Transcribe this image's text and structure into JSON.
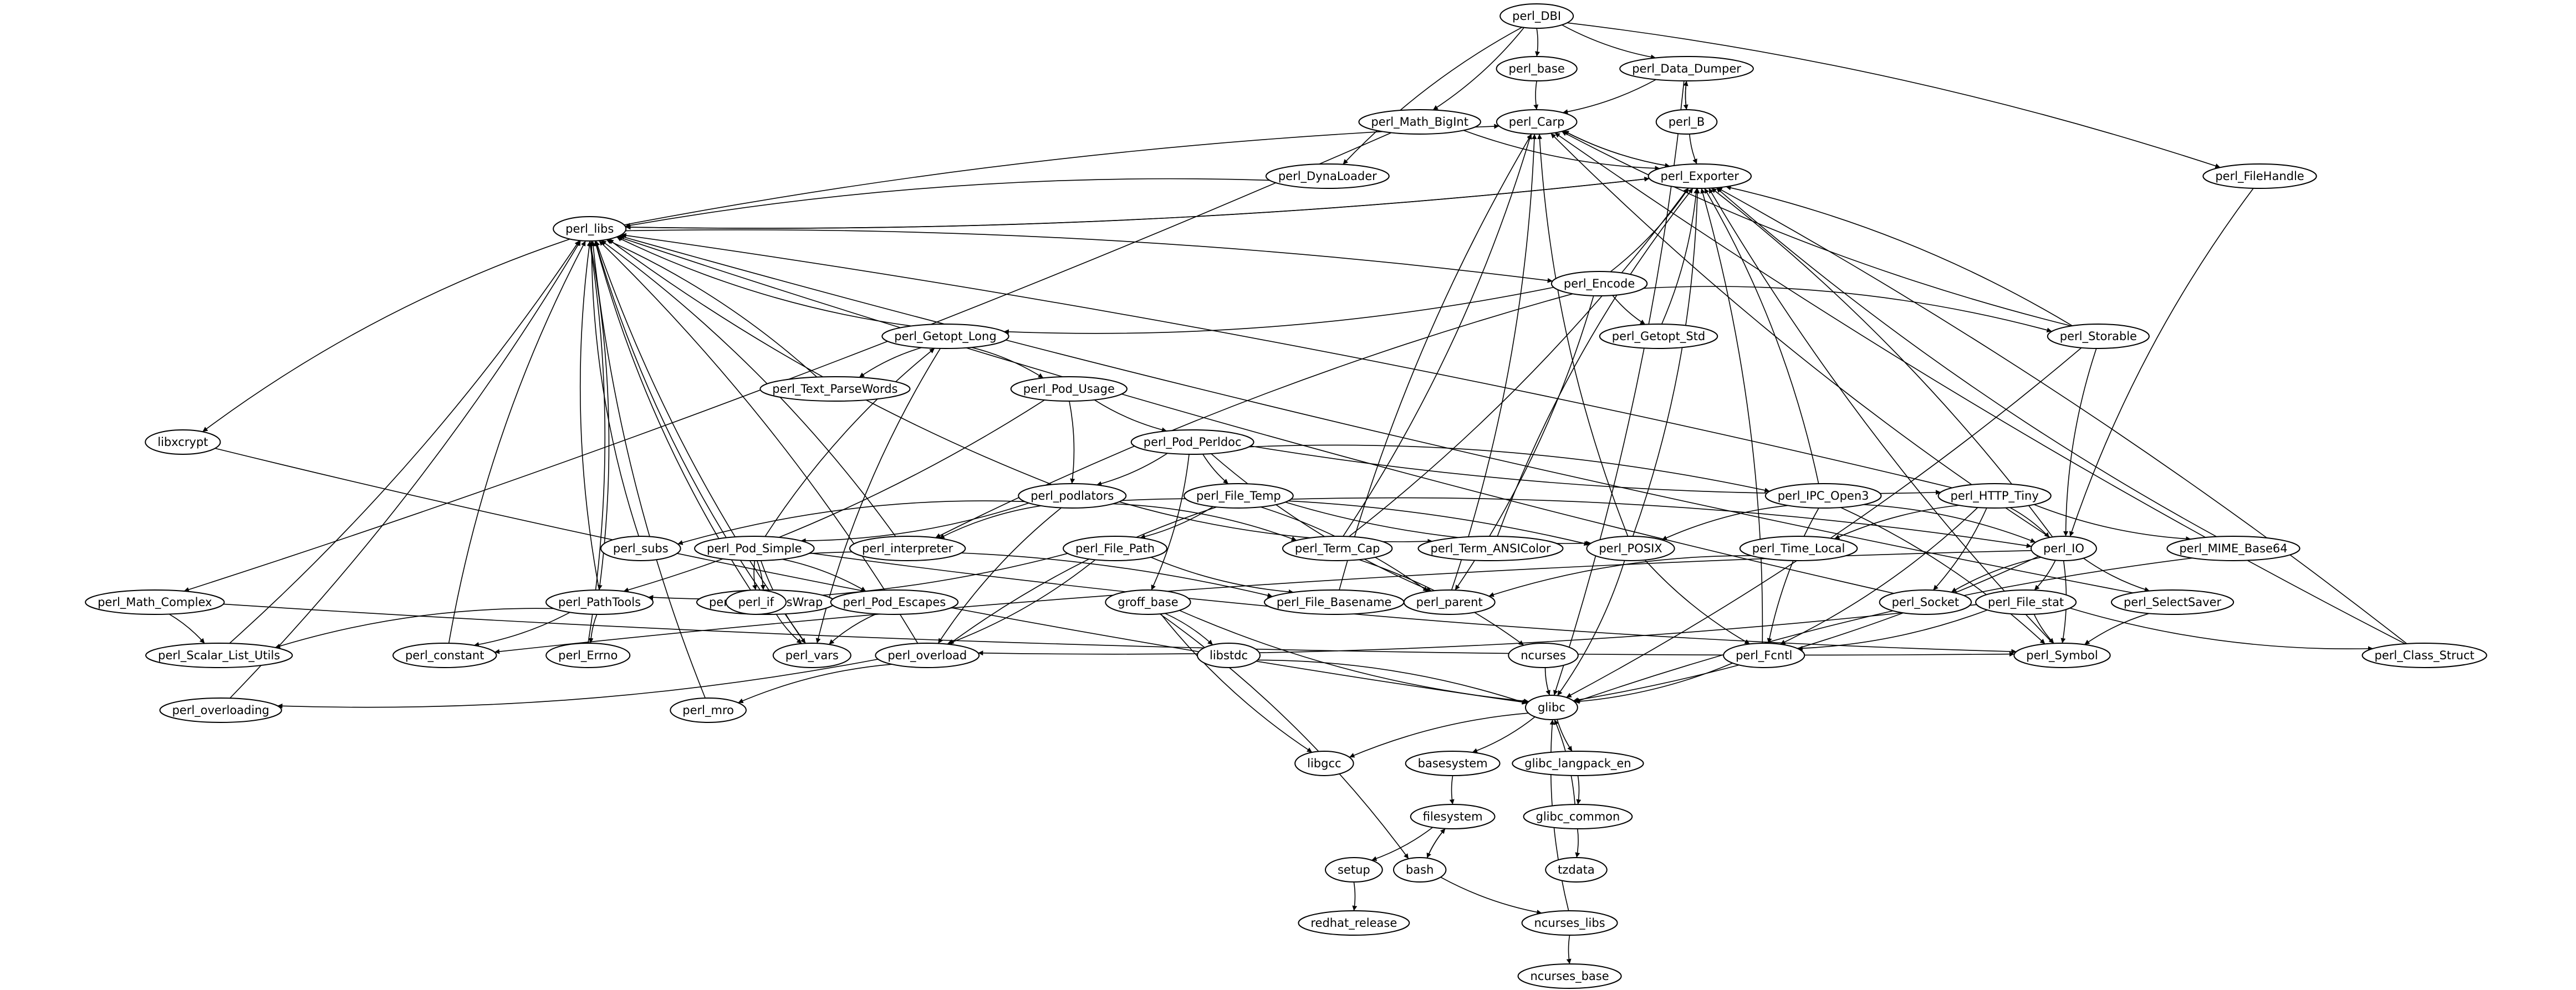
{
  "graph": {
    "type": "directed-dependency-graph",
    "nodes": [
      {
        "id": "perl_DBI",
        "label": "perl_DBI"
      },
      {
        "id": "perl_base",
        "label": "perl_base"
      },
      {
        "id": "perl_Data_Dumper",
        "label": "perl_Data_Dumper"
      },
      {
        "id": "perl_Math_BigInt",
        "label": "perl_Math_BigInt"
      },
      {
        "id": "perl_Carp",
        "label": "perl_Carp"
      },
      {
        "id": "perl_B",
        "label": "perl_B"
      },
      {
        "id": "perl_DynaLoader",
        "label": "perl_DynaLoader"
      },
      {
        "id": "perl_Exporter",
        "label": "perl_Exporter"
      },
      {
        "id": "perl_FileHandle",
        "label": "perl_FileHandle"
      },
      {
        "id": "perl_libs",
        "label": "perl_libs"
      },
      {
        "id": "perl_Encode",
        "label": "perl_Encode"
      },
      {
        "id": "perl_Getopt_Long",
        "label": "perl_Getopt_Long"
      },
      {
        "id": "perl_Getopt_Std",
        "label": "perl_Getopt_Std"
      },
      {
        "id": "perl_Storable",
        "label": "perl_Storable"
      },
      {
        "id": "perl_Text_ParseWords",
        "label": "perl_Text_ParseWords"
      },
      {
        "id": "perl_Pod_Usage",
        "label": "perl_Pod_Usage"
      },
      {
        "id": "libxcrypt",
        "label": "libxcrypt"
      },
      {
        "id": "perl_Pod_Perldoc",
        "label": "perl_Pod_Perldoc"
      },
      {
        "id": "perl_podlators",
        "label": "perl_podlators"
      },
      {
        "id": "perl_File_Temp",
        "label": "perl_File_Temp"
      },
      {
        "id": "perl_IPC_Open3",
        "label": "perl_IPC_Open3"
      },
      {
        "id": "perl_HTTP_Tiny",
        "label": "perl_HTTP_Tiny"
      },
      {
        "id": "perl_subs",
        "label": "perl_subs"
      },
      {
        "id": "perl_Pod_Simple",
        "label": "perl_Pod_Simple"
      },
      {
        "id": "perl_interpreter",
        "label": "perl_interpreter"
      },
      {
        "id": "perl_File_Path",
        "label": "perl_File_Path"
      },
      {
        "id": "perl_Term_Cap",
        "label": "perl_Term_Cap"
      },
      {
        "id": "perl_Term_ANSIColor",
        "label": "perl_Term_ANSIColor"
      },
      {
        "id": "perl_POSIX",
        "label": "perl_POSIX"
      },
      {
        "id": "perl_Time_Local",
        "label": "perl_Time_Local"
      },
      {
        "id": "perl_IO",
        "label": "perl_IO"
      },
      {
        "id": "perl_MIME_Base64",
        "label": "perl_MIME_Base64"
      },
      {
        "id": "perl_Math_Complex",
        "label": "perl_Math_Complex"
      },
      {
        "id": "perl_PathTools",
        "label": "perl_PathTools"
      },
      {
        "id": "perl_Text_TabsWrap",
        "label": "perl_Text_TabsWrap"
      },
      {
        "id": "perl_if",
        "label": "perl_if"
      },
      {
        "id": "perl_Pod_Escapes",
        "label": "perl_Pod_Escapes"
      },
      {
        "id": "groff_base",
        "label": "groff_base"
      },
      {
        "id": "perl_File_Basename",
        "label": "perl_File_Basename"
      },
      {
        "id": "perl_parent",
        "label": "perl_parent"
      },
      {
        "id": "perl_Socket",
        "label": "perl_Socket"
      },
      {
        "id": "perl_File_stat",
        "label": "perl_File_stat"
      },
      {
        "id": "perl_SelectSaver",
        "label": "perl_SelectSaver"
      },
      {
        "id": "perl_Scalar_List_Utils",
        "label": "perl_Scalar_List_Utils"
      },
      {
        "id": "perl_constant",
        "label": "perl_constant"
      },
      {
        "id": "perl_Errno",
        "label": "perl_Errno"
      },
      {
        "id": "perl_vars",
        "label": "perl_vars"
      },
      {
        "id": "perl_overload",
        "label": "perl_overload"
      },
      {
        "id": "libstdc",
        "label": "libstdc"
      },
      {
        "id": "ncurses",
        "label": "ncurses"
      },
      {
        "id": "perl_Fcntl",
        "label": "perl_Fcntl"
      },
      {
        "id": "perl_Symbol",
        "label": "perl_Symbol"
      },
      {
        "id": "perl_Class_Struct",
        "label": "perl_Class_Struct"
      },
      {
        "id": "perl_overloading",
        "label": "perl_overloading"
      },
      {
        "id": "perl_mro",
        "label": "perl_mro"
      },
      {
        "id": "glibc",
        "label": "glibc"
      },
      {
        "id": "libgcc",
        "label": "libgcc"
      },
      {
        "id": "basesystem",
        "label": "basesystem"
      },
      {
        "id": "glibc_langpack_en",
        "label": "glibc_langpack_en"
      },
      {
        "id": "filesystem",
        "label": "filesystem"
      },
      {
        "id": "glibc_common",
        "label": "glibc_common"
      },
      {
        "id": "setup",
        "label": "setup"
      },
      {
        "id": "bash",
        "label": "bash"
      },
      {
        "id": "tzdata",
        "label": "tzdata"
      },
      {
        "id": "redhat_release",
        "label": "redhat_release"
      },
      {
        "id": "ncurses_libs",
        "label": "ncurses_libs"
      },
      {
        "id": "ncurses_base",
        "label": "ncurses_base"
      }
    ],
    "edges": [
      [
        "perl_DBI",
        "perl_base"
      ],
      [
        "perl_DBI",
        "perl_Data_Dumper"
      ],
      [
        "perl_DBI",
        "perl_Math_BigInt"
      ],
      [
        "perl_DBI",
        "perl_DynaLoader"
      ],
      [
        "perl_DBI",
        "perl_FileHandle"
      ],
      [
        "perl_base",
        "perl_Carp"
      ],
      [
        "perl_Data_Dumper",
        "perl_Carp"
      ],
      [
        "perl_Data_Dumper",
        "perl_B"
      ],
      [
        "perl_B",
        "perl_Data_Dumper"
      ],
      [
        "perl_B",
        "perl_Exporter"
      ],
      [
        "perl_Data_Dumper",
        "glibc"
      ],
      [
        "perl_Carp",
        "perl_Exporter"
      ],
      [
        "perl_Exporter",
        "perl_Carp"
      ],
      [
        "perl_Math_BigInt",
        "perl_Exporter"
      ],
      [
        "perl_Math_BigInt",
        "perl_Math_Complex"
      ],
      [
        "perl_DynaLoader",
        "perl_libs"
      ],
      [
        "perl_Exporter",
        "perl_libs"
      ],
      [
        "perl_libs",
        "perl_Exporter"
      ],
      [
        "perl_libs",
        "perl_Carp"
      ],
      [
        "perl_FileHandle",
        "perl_IO"
      ],
      [
        "perl_libs",
        "perl_Encode"
      ],
      [
        "perl_libs",
        "libxcrypt"
      ],
      [
        "perl_libs",
        "perl_PathTools"
      ],
      [
        "perl_Encode",
        "perl_Exporter"
      ],
      [
        "perl_Encode",
        "perl_Getopt_Long"
      ],
      [
        "perl_Encode",
        "perl_Getopt_Std"
      ],
      [
        "perl_Encode",
        "perl_Storable"
      ],
      [
        "perl_Encode",
        "perl_interpreter"
      ],
      [
        "perl_Encode",
        "perl_parent"
      ],
      [
        "perl_Getopt_Std",
        "perl_Exporter"
      ],
      [
        "perl_Getopt_Long",
        "perl_libs"
      ],
      [
        "perl_Getopt_Long",
        "perl_Text_ParseWords"
      ],
      [
        "perl_Getopt_Long",
        "perl_Pod_Usage"
      ],
      [
        "perl_Getopt_Long",
        "perl_vars"
      ],
      [
        "perl_Pod_Simple",
        "perl_Getopt_Long"
      ],
      [
        "perl_Text_ParseWords",
        "perl_libs"
      ],
      [
        "perl_Pod_Usage",
        "perl_podlators"
      ],
      [
        "perl_Pod_Usage",
        "perl_Pod_Perldoc"
      ],
      [
        "perl_Pod_Usage",
        "perl_PathTools"
      ],
      [
        "perl_Storable",
        "perl_Exporter"
      ],
      [
        "perl_Storable",
        "perl_Carp"
      ],
      [
        "perl_Storable",
        "perl_IO"
      ],
      [
        "perl_Storable",
        "glibc"
      ],
      [
        "libxcrypt",
        "glibc"
      ],
      [
        "perl_Pod_Perldoc",
        "perl_podlators"
      ],
      [
        "perl_Pod_Perldoc",
        "perl_File_Temp"
      ],
      [
        "perl_Pod_Perldoc",
        "perl_IPC_Open3"
      ],
      [
        "perl_Pod_Perldoc",
        "perl_HTTP_Tiny"
      ],
      [
        "perl_Pod_Perldoc",
        "groff_base"
      ],
      [
        "perl_Pod_Perldoc",
        "perl_parent"
      ],
      [
        "perl_podlators",
        "perl_libs"
      ],
      [
        "perl_podlators",
        "perl_subs"
      ],
      [
        "perl_podlators",
        "perl_Pod_Simple"
      ],
      [
        "perl_podlators",
        "perl_interpreter"
      ],
      [
        "perl_podlators",
        "perl_Term_Cap"
      ],
      [
        "perl_podlators",
        "perl_Term_ANSIColor"
      ],
      [
        "perl_podlators",
        "perl_POSIX"
      ],
      [
        "perl_podlators",
        "perl_overload"
      ],
      [
        "perl_File_Temp",
        "perl_File_Path"
      ],
      [
        "perl_File_Temp",
        "perl_POSIX"
      ],
      [
        "perl_File_Temp",
        "perl_IO"
      ],
      [
        "perl_File_Temp",
        "perl_overload"
      ],
      [
        "perl_File_Temp",
        "perl_parent"
      ],
      [
        "perl_IPC_Open3",
        "perl_POSIX"
      ],
      [
        "perl_IPC_Open3",
        "perl_IO"
      ],
      [
        "perl_IPC_Open3",
        "perl_Fcntl"
      ],
      [
        "perl_IPC_Open3",
        "perl_Symbol"
      ],
      [
        "perl_IPC_Open3",
        "perl_Exporter"
      ],
      [
        "perl_HTTP_Tiny",
        "perl_IO"
      ],
      [
        "perl_HTTP_Tiny",
        "perl_Time_Local"
      ],
      [
        "perl_HTTP_Tiny",
        "perl_Socket"
      ],
      [
        "perl_HTTP_Tiny",
        "perl_MIME_Base64"
      ],
      [
        "perl_HTTP_Tiny",
        "perl_Fcntl"
      ],
      [
        "perl_HTTP_Tiny",
        "perl_libs"
      ],
      [
        "perl_subs",
        "perl_libs"
      ],
      [
        "perl_interpreter",
        "perl_libs"
      ],
      [
        "perl_Pod_Simple",
        "perl_Text_TabsWrap"
      ],
      [
        "perl_Pod_Simple",
        "perl_if"
      ],
      [
        "perl_Pod_Simple",
        "perl_Pod_Escapes"
      ],
      [
        "perl_Pod_Simple",
        "perl_vars"
      ],
      [
        "perl_Pod_Simple",
        "perl_File_Basename"
      ],
      [
        "perl_Pod_Simple",
        "perl_Symbol"
      ],
      [
        "perl_File_Path",
        "perl_PathTools"
      ],
      [
        "perl_File_Path",
        "perl_File_Basename"
      ],
      [
        "perl_File_Path",
        "perl_overload"
      ],
      [
        "perl_Term_Cap",
        "perl_Carp"
      ],
      [
        "perl_Term_Cap",
        "ncurses"
      ],
      [
        "perl_Term_Cap",
        "perl_Exporter"
      ],
      [
        "perl_Term_ANSIColor",
        "perl_Exporter"
      ],
      [
        "perl_POSIX",
        "perl_Exporter"
      ],
      [
        "perl_POSIX",
        "perl_Carp"
      ],
      [
        "perl_POSIX",
        "perl_Fcntl"
      ],
      [
        "perl_POSIX",
        "glibc"
      ],
      [
        "perl_Time_Local",
        "perl_parent"
      ],
      [
        "perl_IO",
        "perl_Carp"
      ],
      [
        "perl_IO",
        "perl_Socket"
      ],
      [
        "perl_IO",
        "perl_File_stat"
      ],
      [
        "perl_IO",
        "perl_SelectSaver"
      ],
      [
        "perl_IO",
        "perl_Symbol"
      ],
      [
        "perl_IO",
        "perl_Exporter"
      ],
      [
        "perl_IO",
        "glibc"
      ],
      [
        "perl_IO",
        "perl_constant"
      ],
      [
        "perl_MIME_Base64",
        "perl_Exporter"
      ],
      [
        "perl_MIME_Base64",
        "glibc"
      ],
      [
        "perl_Math_Complex",
        "perl_Scalar_List_Utils"
      ],
      [
        "perl_Math_Complex",
        "perl_Symbol"
      ],
      [
        "perl_PathTools",
        "perl_libs"
      ],
      [
        "perl_PathTools",
        "perl_Scalar_List_Utils"
      ],
      [
        "perl_PathTools",
        "perl_constant"
      ],
      [
        "perl_PathTools",
        "perl_Errno"
      ],
      [
        "perl_Text_TabsWrap",
        "perl_libs"
      ],
      [
        "perl_Text_TabsWrap",
        "perl_vars"
      ],
      [
        "perl_if",
        "perl_libs"
      ],
      [
        "perl_Pod_Escapes",
        "perl_vars"
      ],
      [
        "groff_base",
        "libstdc"
      ],
      [
        "groff_base",
        "libgcc"
      ],
      [
        "groff_base",
        "bash"
      ],
      [
        "groff_base",
        "glibc"
      ],
      [
        "perl_File_Basename",
        "perl_Carp"
      ],
      [
        "perl_parent",
        "perl_Carp"
      ],
      [
        "perl_Socket",
        "perl_libs"
      ],
      [
        "perl_File_stat",
        "perl_Symbol"
      ],
      [
        "perl_File_stat",
        "perl_Fcntl"
      ],
      [
        "perl_File_stat",
        "perl_Class_Struct"
      ],
      [
        "perl_File_stat",
        "perl_overload"
      ],
      [
        "perl_SelectSaver",
        "perl_Symbol"
      ],
      [
        "perl_SelectSaver",
        "perl_libs"
      ],
      [
        "perl_Scalar_List_Utils",
        "perl_libs"
      ],
      [
        "perl_constant",
        "perl_libs"
      ],
      [
        "perl_Errno",
        "perl_libs"
      ],
      [
        "perl_vars",
        "perl_libs"
      ],
      [
        "perl_overload",
        "perl_mro"
      ],
      [
        "perl_overload",
        "perl_overloading"
      ],
      [
        "perl_overload",
        "perl_libs"
      ],
      [
        "libstdc",
        "glibc"
      ],
      [
        "ncurses",
        "glibc"
      ],
      [
        "perl_Fcntl",
        "glibc"
      ],
      [
        "perl_Fcntl",
        "perl_Exporter"
      ],
      [
        "perl_Symbol",
        "perl_Exporter"
      ],
      [
        "perl_Class_Struct",
        "perl_Exporter"
      ],
      [
        "perl_Class_Struct",
        "perl_Carp"
      ],
      [
        "perl_overloading",
        "perl_libs"
      ],
      [
        "perl_mro",
        "perl_libs"
      ],
      [
        "glibc",
        "libgcc"
      ],
      [
        "glibc",
        "basesystem"
      ],
      [
        "glibc",
        "glibc_langpack_en"
      ],
      [
        "glibc_langpack_en",
        "glibc_common"
      ],
      [
        "glibc_common",
        "glibc"
      ],
      [
        "glibc_common",
        "tzdata"
      ],
      [
        "basesystem",
        "filesystem"
      ],
      [
        "filesystem",
        "setup"
      ],
      [
        "filesystem",
        "bash"
      ],
      [
        "bash",
        "filesystem"
      ],
      [
        "bash",
        "ncurses_libs"
      ],
      [
        "setup",
        "redhat_release"
      ],
      [
        "ncurses_libs",
        "ncurses_base"
      ],
      [
        "ncurses_libs",
        "glibc"
      ]
    ]
  }
}
